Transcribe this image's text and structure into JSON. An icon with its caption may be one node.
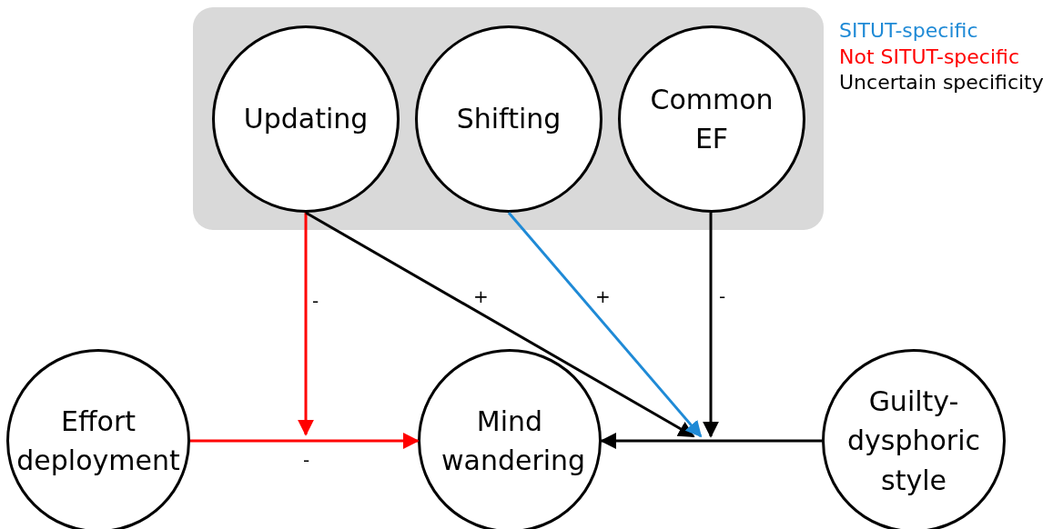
{
  "diagram": {
    "nodes": [
      {
        "text": [],
        "shape": "box"
      },
      {
        "text": [
          "Updating"
        ],
        "in": 0
      },
      {
        "text": [
          "Shifting"
        ],
        "in": 0
      },
      {
        "text": [
          "Common EF"
        ],
        "in": 0
      },
      {
        "text": [
          "Effort deployment"
        ]
      },
      {
        "text": [
          "Mind wandering"
        ]
      },
      {
        "text": [
          "Guilty-dysphoric style"
        ]
      }
    ],
    "edges": [
      {
        "from": 4,
        "to": 5,
        "arrow": "to",
        "label": "-",
        "color": "#ff0000"
      },
      {
        "from": 6,
        "to": 5,
        "arrow": "to"
      },
      {
        "from": 1,
        "to": null,
        "arrow": "to",
        "label": "-",
        "color": "#ff0000"
      },
      {
        "from": 1,
        "to": null,
        "arrow": "to",
        "label": "+"
      },
      {
        "from": 2,
        "to": null,
        "arrow": "to",
        "label": "+",
        "color": "#1f8ad6"
      },
      {
        "from": 3,
        "to": null,
        "arrow": "to",
        "label": "-"
      }
    ],
    "legend": [
      {
        "text": "SITUT-specific",
        "color": "#1f8ad6"
      },
      {
        "text": "Not SITUT-specific",
        "color": "#ff0000"
      },
      {
        "text": "Uncertain specificity",
        "color": "#000000"
      }
    ]
  }
}
